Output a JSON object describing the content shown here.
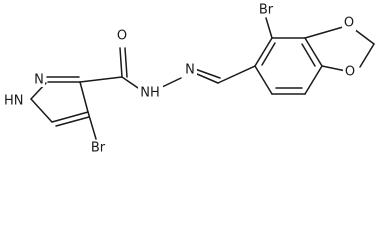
{
  "molecule": {
    "labels": {
      "br_top": "Br",
      "br_bottom": "Br",
      "oxygen_carbonyl": "O",
      "oxygen_ring_top": "O",
      "oxygen_ring_bottom": "O",
      "nitrogen_pyrazole": "N",
      "nh_pyrazole": "HN",
      "nh_amide": "NH",
      "nitrogen_imine": "N"
    }
  }
}
